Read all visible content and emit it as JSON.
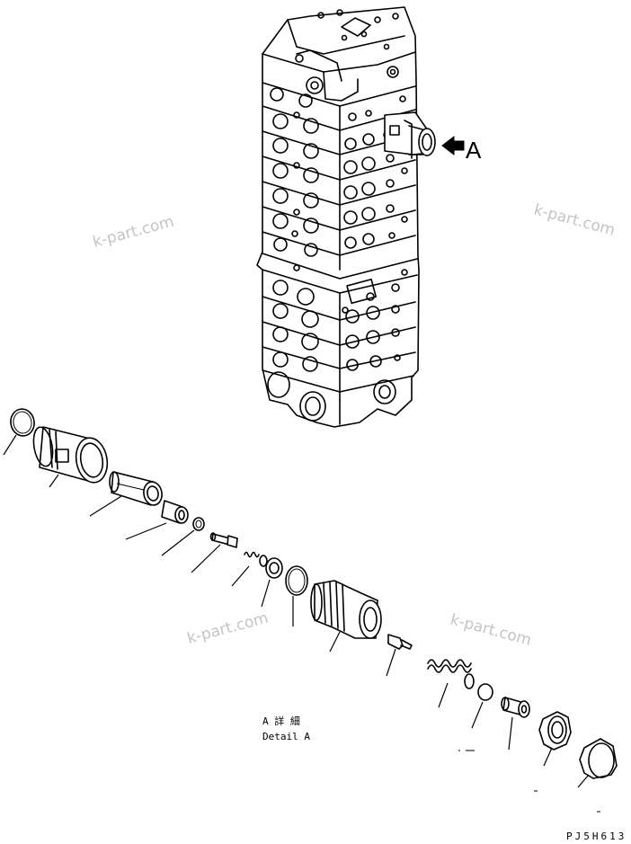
{
  "watermarks": [
    "k-part.com",
    "k-part.com",
    "k-part.com",
    "k-part.com"
  ],
  "view_label": "A",
  "detail": {
    "jp": "A 詳 細",
    "en": "Detail A"
  },
  "drawing_code": "PJ5H613"
}
